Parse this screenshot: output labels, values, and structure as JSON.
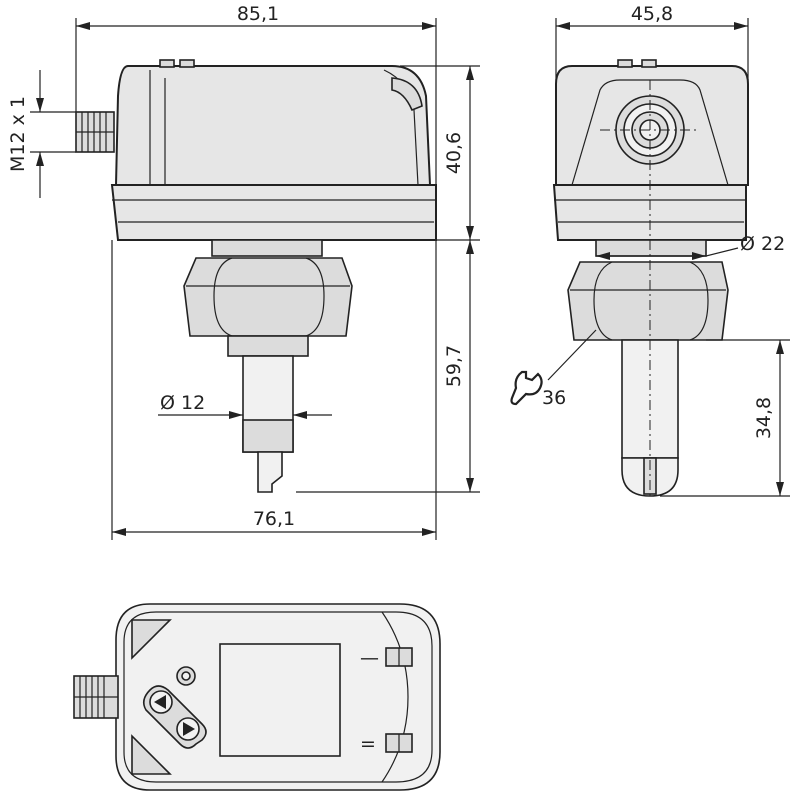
{
  "drawing": {
    "dimensions": {
      "housing_width": "85,1",
      "housing_depth": "45,8",
      "housing_height": "40,6",
      "thread": "M12 x 1",
      "fitting_diameter": "Ø 22",
      "total_length": "59,7",
      "probe_diameter": "Ø 12",
      "probe_length": "34,8",
      "base_width": "76,1",
      "wrench_size": "36"
    },
    "icons": [
      "wrench-icon",
      "arrow-up-icon",
      "arrow-down-icon",
      "led-indicator-icon"
    ],
    "display_marks": {
      "top": "—",
      "bottom": "="
    }
  }
}
